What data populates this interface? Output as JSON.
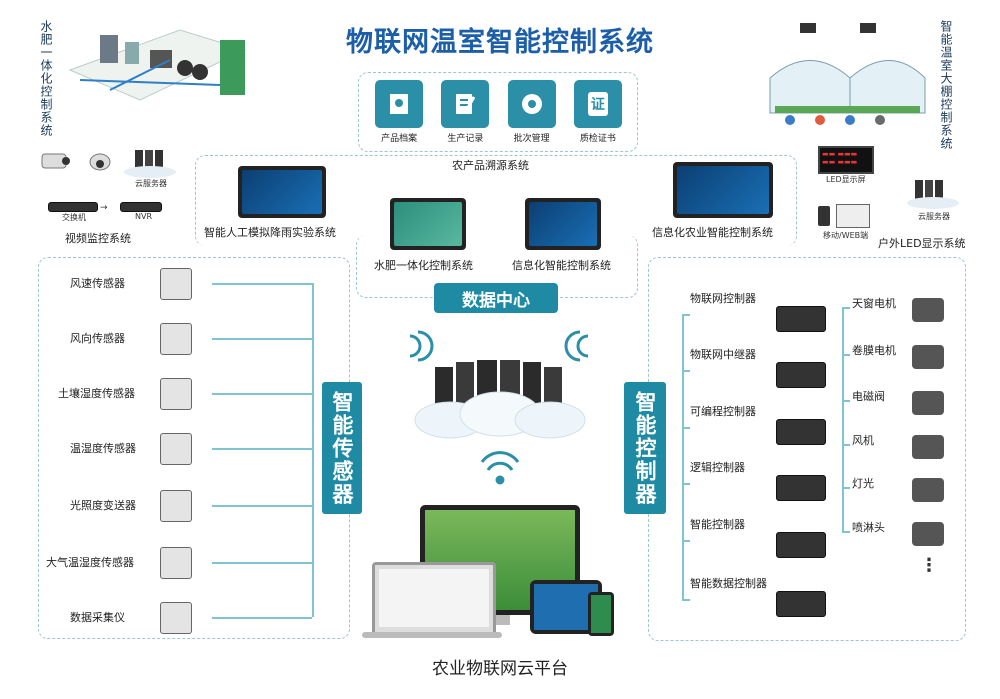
{
  "title": "物联网温室智能控制系统",
  "bottom_label": "农业物联网云平台",
  "left_top": {
    "vertical_label": "水肥一体化控制系统",
    "video": {
      "switch": "交换机",
      "nvr": "NVR",
      "server": "云服务器",
      "label": "视频监控系统"
    }
  },
  "right_top": {
    "vertical_label": "智能温室大棚控制系统",
    "led_caption": "LED显示屏",
    "server_caption": "云服务器",
    "mobile_caption": "移动/WEB端",
    "label": "户外LED显示系统"
  },
  "traceability": {
    "label": "农产品溯源系统",
    "items": [
      {
        "label": "产品档案",
        "icon": "file-icon"
      },
      {
        "label": "生产记录",
        "icon": "edit-icon"
      },
      {
        "label": "批次管理",
        "icon": "gear-icon"
      },
      {
        "label": "质检证书",
        "icon": "certificate-icon"
      }
    ],
    "cert_glyph": "证"
  },
  "systems": {
    "rain": "智能人工模拟降雨实验系统",
    "water": "水肥一体化控制系统",
    "info": "信息化智能控制系统",
    "agri": "信息化农业智能控制系统"
  },
  "data_center": "数据中心",
  "sensors": {
    "tab": "智能传感器",
    "items": [
      "风速传感器",
      "风向传感器",
      "土壤湿度传感器",
      "温湿度传感器",
      "光照度变送器",
      "大气温湿度传感器",
      "数据采集仪"
    ]
  },
  "controllers": {
    "tab": "智能控制器",
    "items": [
      "物联网控制器",
      "物联网中继器",
      "可编程控制器",
      "逻辑控制器",
      "智能控制器",
      "智能数据控制器"
    ],
    "devices": [
      "天窗电机",
      "卷膜电机",
      "电磁阀",
      "风机",
      "灯光",
      "喷淋头"
    ],
    "more": "⋮"
  },
  "colors": {
    "accent": "#1e8aa3",
    "title": "#1c5ea8"
  }
}
